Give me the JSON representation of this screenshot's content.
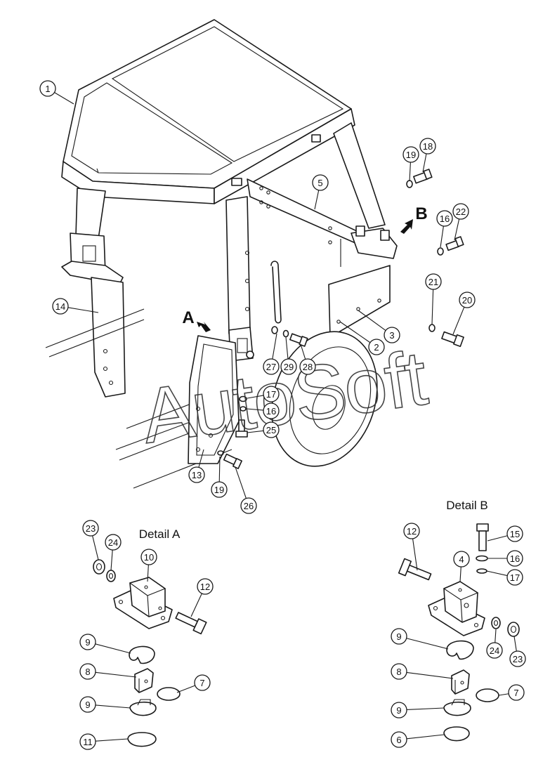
{
  "details": {
    "a_title": "Detail A",
    "b_title": "Detail B"
  },
  "arrows": {
    "a_label": "A",
    "b_label": "B"
  },
  "watermark": {
    "text": "AutoSoft"
  },
  "callouts": [
    {
      "id": "c1",
      "label": "1"
    },
    {
      "id": "c14",
      "label": "14"
    },
    {
      "id": "c5",
      "label": "5"
    },
    {
      "id": "c19a",
      "label": "19"
    },
    {
      "id": "c18",
      "label": "18"
    },
    {
      "id": "c16a",
      "label": "16"
    },
    {
      "id": "c22",
      "label": "22"
    },
    {
      "id": "c21",
      "label": "21"
    },
    {
      "id": "c20",
      "label": "20"
    },
    {
      "id": "c3",
      "label": "3"
    },
    {
      "id": "c2",
      "label": "2"
    },
    {
      "id": "c27",
      "label": "27"
    },
    {
      "id": "c29",
      "label": "29"
    },
    {
      "id": "c28",
      "label": "28"
    },
    {
      "id": "c17a",
      "label": "17"
    },
    {
      "id": "c16b",
      "label": "16"
    },
    {
      "id": "c25",
      "label": "25"
    },
    {
      "id": "c13",
      "label": "13"
    },
    {
      "id": "c19b",
      "label": "19"
    },
    {
      "id": "c26",
      "label": "26"
    },
    {
      "id": "c23a",
      "label": "23"
    },
    {
      "id": "c24a",
      "label": "24"
    },
    {
      "id": "c10",
      "label": "10"
    },
    {
      "id": "c12a",
      "label": "12"
    },
    {
      "id": "c9a",
      "label": "9"
    },
    {
      "id": "c8a",
      "label": "8"
    },
    {
      "id": "c7a",
      "label": "7"
    },
    {
      "id": "c9b",
      "label": "9"
    },
    {
      "id": "c11",
      "label": "11"
    },
    {
      "id": "c12b",
      "label": "12"
    },
    {
      "id": "c15",
      "label": "15"
    },
    {
      "id": "c16c",
      "label": "16"
    },
    {
      "id": "c4",
      "label": "4"
    },
    {
      "id": "c17b",
      "label": "17"
    },
    {
      "id": "c24b",
      "label": "24"
    },
    {
      "id": "c23b",
      "label": "23"
    },
    {
      "id": "c9c",
      "label": "9"
    },
    {
      "id": "c8b",
      "label": "8"
    },
    {
      "id": "c7b",
      "label": "7"
    },
    {
      "id": "c9d",
      "label": "9"
    },
    {
      "id": "c6",
      "label": "6"
    }
  ]
}
